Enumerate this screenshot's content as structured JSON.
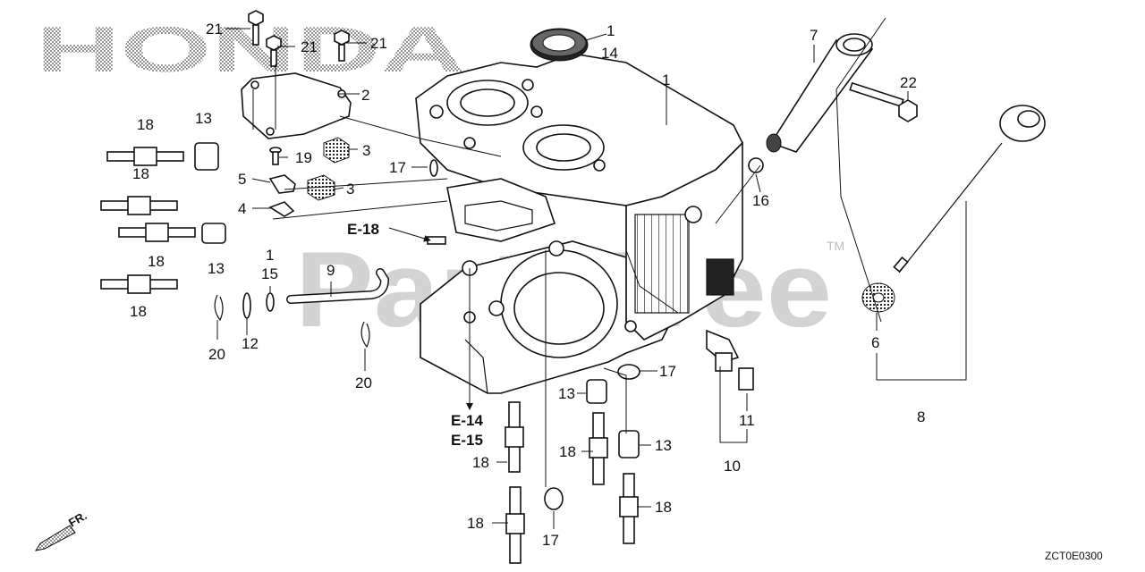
{
  "brand_logo": "HONDA",
  "watermark": "PartsTree",
  "watermark_tm": "TM",
  "diagram_code": "ZCT0E0300",
  "front_marker": "FR.",
  "references": [
    "E-18",
    "E-14",
    "E-15"
  ],
  "callouts": [
    "21",
    "21",
    "21",
    "1",
    "14",
    "2",
    "7",
    "22",
    "1",
    "18",
    "13",
    "3",
    "19",
    "17",
    "18",
    "5",
    "3",
    "16",
    "4",
    "13",
    "15",
    "1",
    "9",
    "18",
    "8",
    "6",
    "18",
    "12",
    "20",
    "20",
    "17",
    "11",
    "13",
    "13",
    "10",
    "18",
    "18",
    "18",
    "17",
    "18"
  ]
}
